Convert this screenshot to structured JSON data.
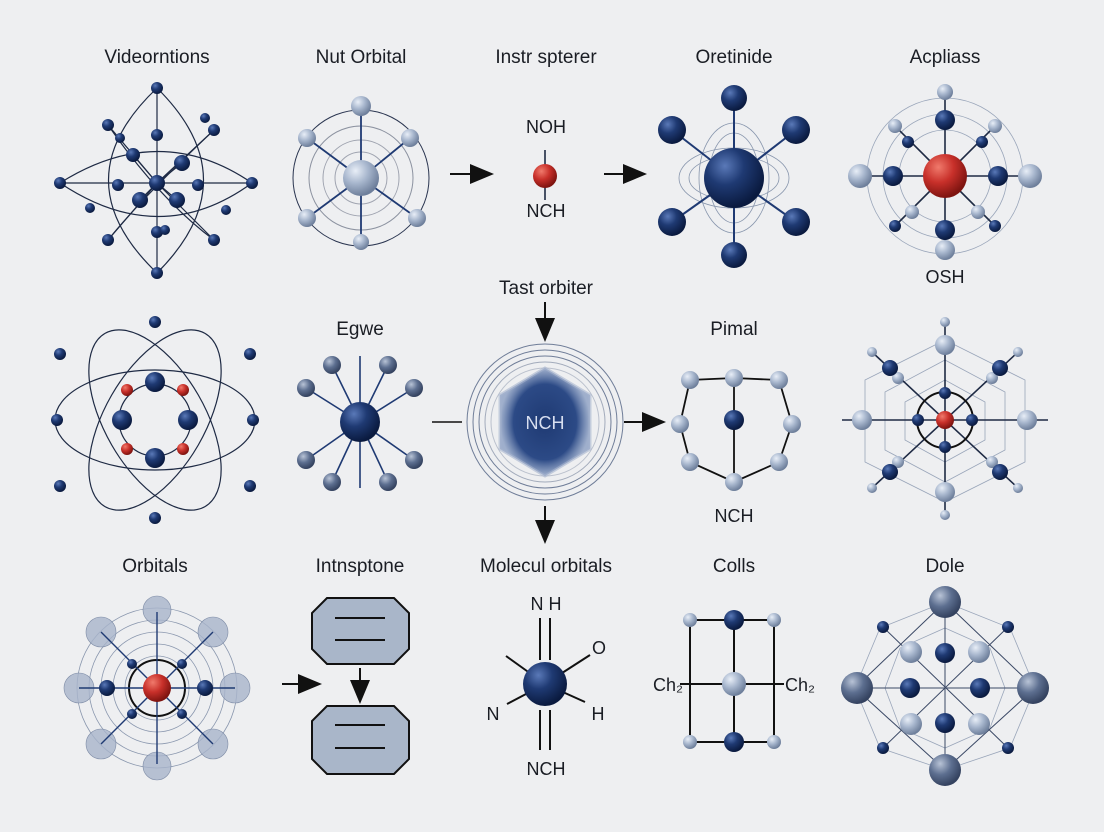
{
  "colors": {
    "navy": "#1f3a73",
    "navy_dark": "#0f2352",
    "light_atom": "#a7b6cd",
    "red_atom": "#c8302a",
    "line": "#1e2a44",
    "box_fill": "#a9b6c9",
    "background": "#eeeff1"
  },
  "titles": {
    "r1c1": "Videorntions",
    "r1c2": "Nut Orbital",
    "r1c3": "Instr spterer",
    "r1c4": "Oretinide",
    "r1c5": "Acpliass",
    "r2c2": "Egwe",
    "r2c3": "Tast orbiter",
    "r2c4": "Pimal",
    "r3c1": "Orbitals",
    "r3c2": "Intnsptone",
    "r3c3": "Molecul orbitals",
    "r3c4": "Colls",
    "r3c5": "Dole"
  },
  "labels": {
    "noh": "NOH",
    "nch_top": "NCH",
    "osh": "OSH",
    "nch_center": "NCH",
    "nch_pimal": "NCH",
    "nh": "N H",
    "mo_o": "O",
    "mo_n": "N",
    "mo_h": "H",
    "mo_nch": "NCH",
    "ch2_left": "Ch₂",
    "ch2_right": "Ch₂"
  }
}
